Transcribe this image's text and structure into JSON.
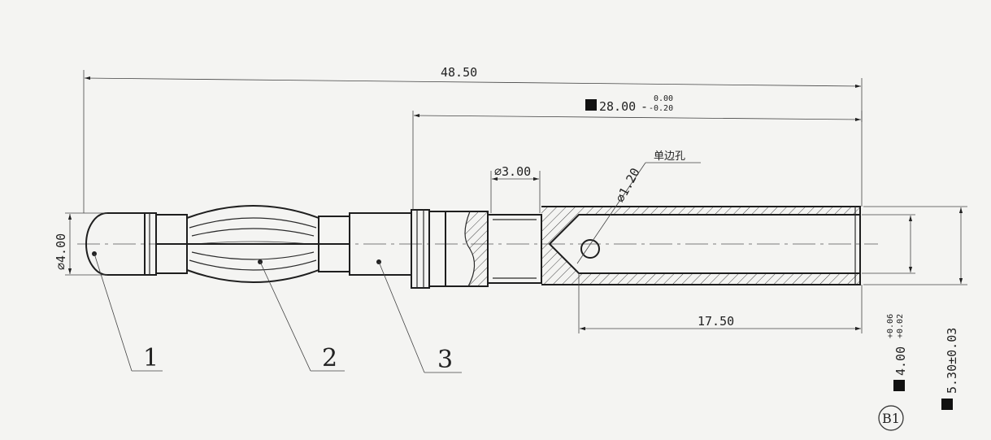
{
  "dimensions": {
    "overall_length": "48.50",
    "ref_length": "28.00",
    "ref_length_tol_upper": "0.00",
    "ref_length_tol_lower": "-0.20",
    "tip_diameter": "⌀4.00",
    "neck_diameter": "⌀3.00",
    "hole_diameter": "⌀1.20",
    "hole_note": "单边孔",
    "bore_length": "17.50",
    "bore_diameter": "4.00",
    "bore_tol_upper": "+0.06",
    "bore_tol_lower": "+0.02",
    "outer_diameter": "5.30±0.03"
  },
  "part_labels": [
    "1",
    "2",
    "3"
  ],
  "revision_badge": "B1"
}
